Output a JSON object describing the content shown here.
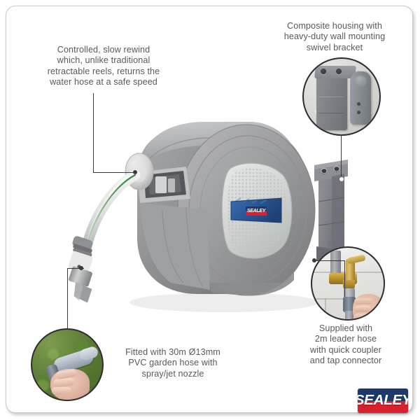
{
  "page": {
    "background_color": "#ffffff",
    "frame_border_color": "#c9c9c9"
  },
  "brand": {
    "name": "SEALEY",
    "logo_navy": "#1b3a6b",
    "logo_red": "#d8212e",
    "logo_text_color": "#ffffff"
  },
  "callouts": [
    {
      "id": "rewind",
      "text": "Controlled, slow rewind\nwhich, unlike traditional\nretractable reels, returns the\nwater hose at a safe speed",
      "position": "top-left",
      "has_bubble": false
    },
    {
      "id": "housing",
      "text": "Composite housing with\nheavy-duty wall mounting\nswivel bracket",
      "position": "top-right",
      "has_bubble": true,
      "bubble_subject": "wall-mounting-swivel-bracket"
    },
    {
      "id": "hose",
      "text": "Fitted with 30m Ø13mm\nPVC garden hose with\nspray/jet nozzle",
      "position": "bottom-left",
      "has_bubble": true,
      "bubble_subject": "hand-holding-spray-nozzle-on-grass"
    },
    {
      "id": "leader",
      "text": "Supplied with\n2m leader hose\nwith quick coupler\nand tap connector",
      "position": "bottom-right",
      "has_bubble": true,
      "bubble_subject": "brass-tap-with-quick-coupler"
    }
  ],
  "product": {
    "type": "retractable-water-hose-reel",
    "housing_color": "#9a9b9d",
    "panel_color": "#d8d9da",
    "badge_color": "#2c5795",
    "hose_color": "#e4e6e3",
    "hose_stripe_color": "#3d8b43",
    "label_text": "SEALEY"
  },
  "icons": {
    "leader_dot": "connector-dot",
    "bubble_ring": "detail-circle"
  }
}
